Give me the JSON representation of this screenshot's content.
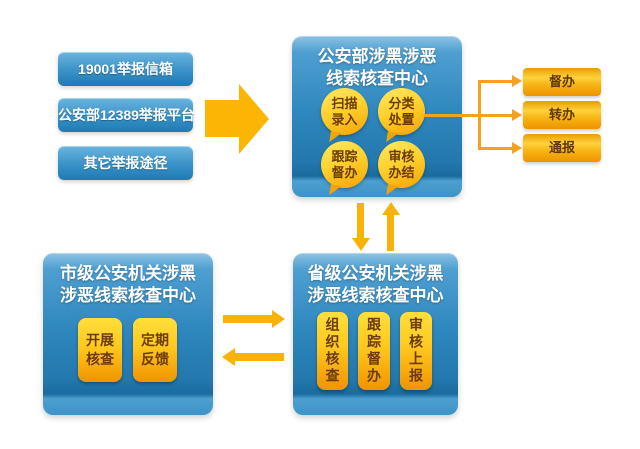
{
  "palette": {
    "panel_blue_top": "#8dc3e3",
    "panel_blue_bottom": "#1e7ab6",
    "bubble_yellow": "#ffd22e",
    "action_orange": "#f7b513",
    "arrow_gold": "#f9b207",
    "title_text": "#ffffff",
    "dark_text": "#6b3c00"
  },
  "sources": {
    "items": [
      {
        "label": "19001举报信箱"
      },
      {
        "label": "公安部12389举报平台"
      },
      {
        "label": "其它举报途径"
      }
    ]
  },
  "ministry": {
    "title1": "公安部涉黑涉恶",
    "title2": "线索核查中心",
    "bubbles": [
      {
        "l1": "扫描",
        "l2": "录入"
      },
      {
        "l1": "分类",
        "l2": "处置"
      },
      {
        "l1": "跟踪",
        "l2": "督办"
      },
      {
        "l1": "审核",
        "l2": "办结"
      }
    ]
  },
  "actions": {
    "items": [
      {
        "label": "督办"
      },
      {
        "label": "转办"
      },
      {
        "label": "通报"
      }
    ]
  },
  "city": {
    "title1": "市级公安机关涉黑",
    "title2": "涉恶线索核查中心",
    "tasks": [
      {
        "l1": "开展",
        "l2": "核查"
      },
      {
        "l1": "定期",
        "l2": "反馈"
      }
    ]
  },
  "province": {
    "title1": "省级公安机关涉黑",
    "title2": "涉恶线索核查中心",
    "tasks": [
      {
        "label": "组织核查"
      },
      {
        "label": "跟踪督办"
      },
      {
        "label": "审核上报"
      }
    ]
  }
}
